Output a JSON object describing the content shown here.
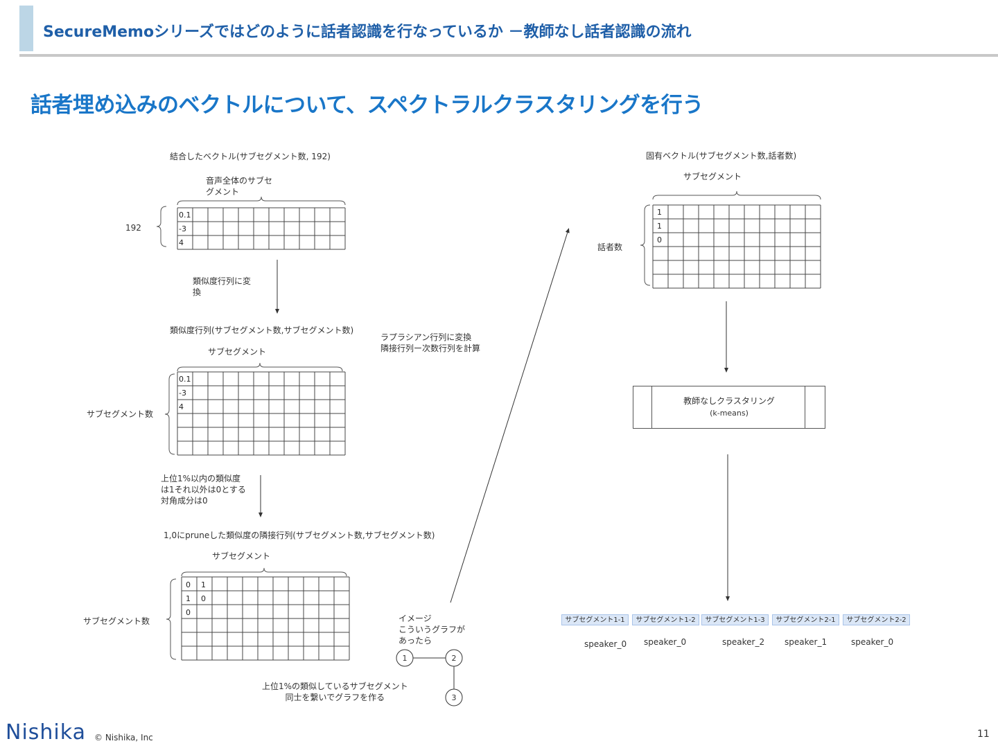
{
  "header": {
    "title": "SecureMemoシリーズではどのように話者認識を行なっているか －教師なし話者認識の流れ"
  },
  "main": {
    "title": "話者埋め込みのベクトルについて、スペクトラルクラスタリングを行う"
  },
  "left": {
    "matrix1": {
      "title": "結合したベクトル(サブセグメント数, 192)",
      "col_label": "音声全体のサブセ\nグメント",
      "row_label": "192",
      "values": [
        "0.1",
        "-3",
        "4"
      ]
    },
    "step1": "類似度行列に変\n換",
    "matrix2": {
      "title": "類似度行列(サブセグメント数,サブセグメント数)",
      "col_label": "サブセグメント",
      "row_label": "サブセグメント数",
      "values": [
        "0.1",
        "-3",
        "4"
      ]
    },
    "step2": "上位1%以内の類似度\nは1それ以外は0とする\n対角成分は0",
    "matrix3": {
      "title": "1,0にpruneした類似度の隣接行列(サブセグメント数,サブセグメント数)",
      "col_label": "サブセグメント",
      "row_label": "サブセグメント数",
      "values": [
        [
          "0",
          "1"
        ],
        [
          "1",
          "0"
        ],
        [
          "0",
          ""
        ]
      ]
    },
    "laplacian_note": "ラプラシアン行列に変換\n隣接行列ー次数行列を計算",
    "graph_note": "イメージ\nこういうグラフが\nあったら",
    "graph_nodes": [
      "1",
      "2",
      "3"
    ],
    "graph_caption": "上位1%の類似しているサブセグメント\n同士を繋いでグラフを作る"
  },
  "right": {
    "matrix": {
      "title": "固有ベクトル(サブセグメント数,話者数)",
      "col_label": "サブセグメント",
      "row_label": "話者数",
      "values": [
        "1",
        "1",
        "0"
      ]
    },
    "cluster": {
      "title": "教師なしクラスタリング",
      "method": "(k-means)"
    },
    "segments": [
      "サブセグメント1-1",
      "サブセグメント1-2",
      "サブセグメント1-3",
      "サブセグメント2-1",
      "サブセグメント2-2"
    ],
    "speakers": [
      "speaker_0",
      "speaker_0",
      "speaker_2",
      "speaker_1",
      "speaker_0"
    ]
  },
  "footer": {
    "logo": "Nishika",
    "copyright": "© Nishika, Inc",
    "page": "11"
  }
}
